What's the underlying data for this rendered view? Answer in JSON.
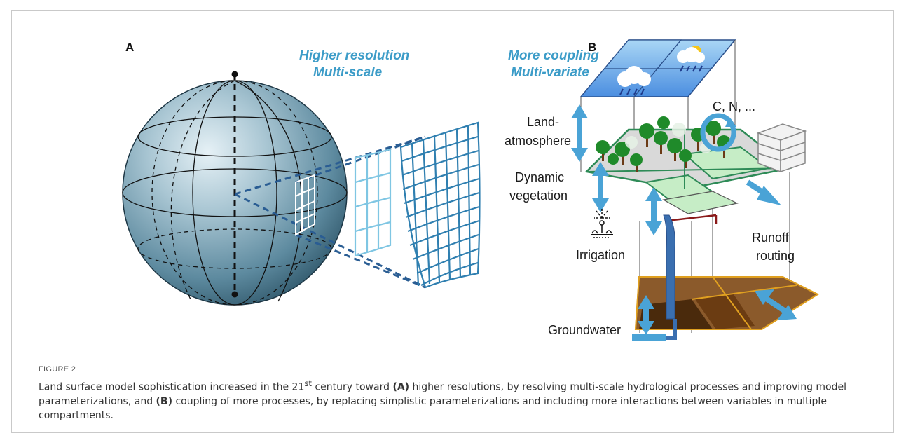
{
  "figure": {
    "panel_a_letter": "A",
    "panel_b_letter": "B",
    "panel_a_headline_1": "Higher resolution",
    "panel_a_headline_2": "Multi-scale",
    "panel_b_headline_1": "More coupling",
    "panel_b_headline_2": "Multi-variate",
    "labels": {
      "land_1": "Land-",
      "land_2": "atmosphere",
      "dyn_1": "Dynamic",
      "dyn_2": "vegetation",
      "irrigation": "Irrigation",
      "cn": "C, N, ...",
      "runoff_1": "Runoff",
      "runoff_2": "routing",
      "groundwater": "Groundwater"
    },
    "colors": {
      "accent_blue": "#3c9cc8",
      "globe_blue": "#7fa9bb",
      "arrow_blue": "#4aa3d6",
      "soil_brown": "#7a4a1c",
      "grass_green": "#9bd89b"
    }
  },
  "caption": {
    "label": "FIGURE 2",
    "part1": "Land surface model sophistication increased in the 21",
    "sup": "st",
    "part2": " century toward ",
    "bold_a": "(A)",
    "part3": " higher resolutions, by resolving multi-scale hydrological processes and improving model parameterizations, and ",
    "bold_b": "(B)",
    "part4": " coupling of more processes, by replacing simplistic parameterizations and including more interactions between variables in multiple compartments."
  }
}
